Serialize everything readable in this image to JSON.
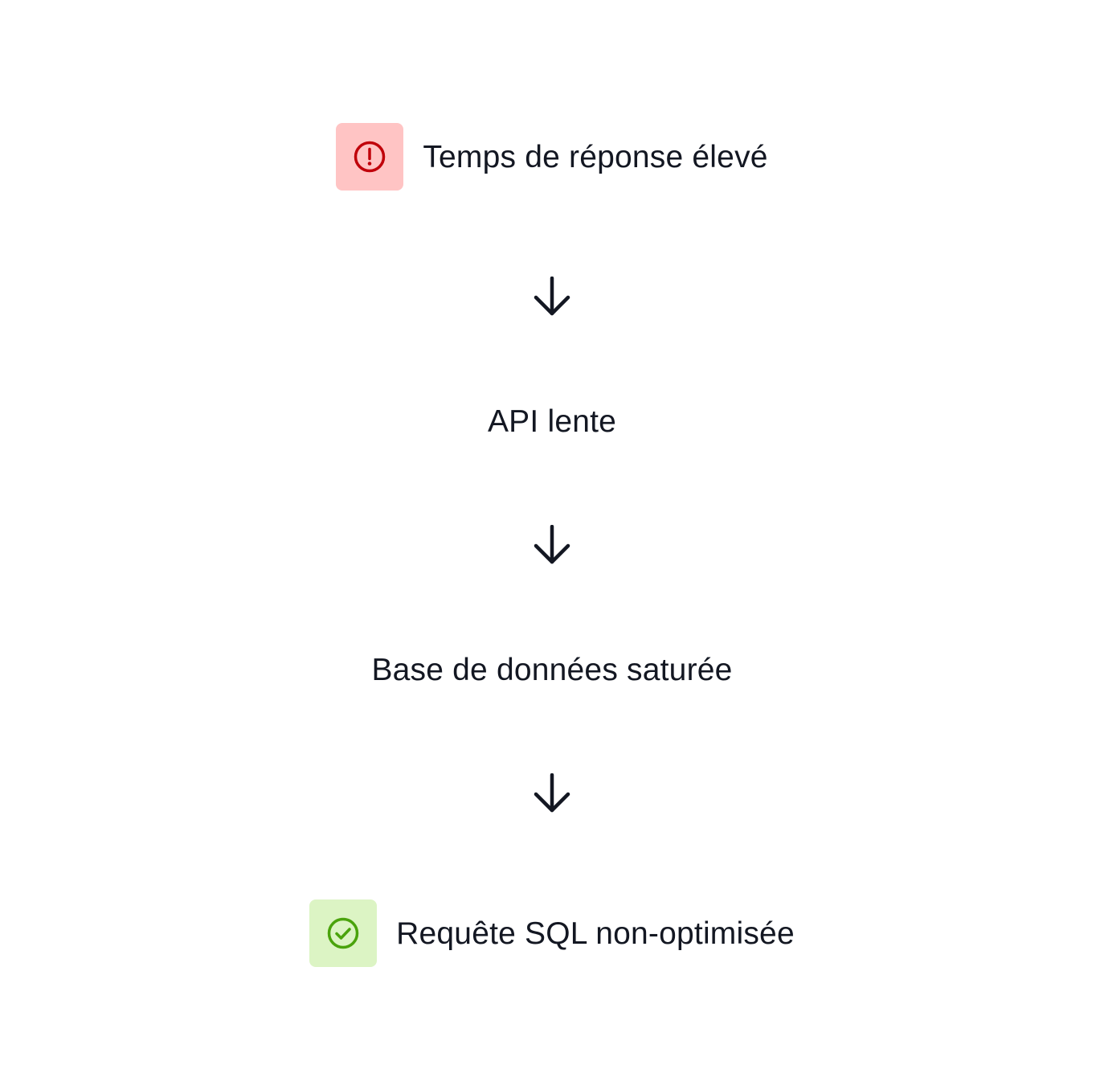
{
  "steps": [
    {
      "label": "Temps de réponse élevé",
      "icon": "alert-circle-icon",
      "badge_bg": "#ffc4c4",
      "icon_color": "#c0000a"
    },
    {
      "label": "API lente"
    },
    {
      "label": "Base de données saturée"
    },
    {
      "label": "Requête SQL non-optimisée",
      "icon": "check-circle-icon",
      "badge_bg": "#dcf4c4",
      "icon_color": "#4aa30c"
    }
  ],
  "arrows": [
    "arrow-down-icon",
    "arrow-down-icon",
    "arrow-down-icon"
  ],
  "colors": {
    "text": "#131722",
    "background": "#ffffff"
  }
}
